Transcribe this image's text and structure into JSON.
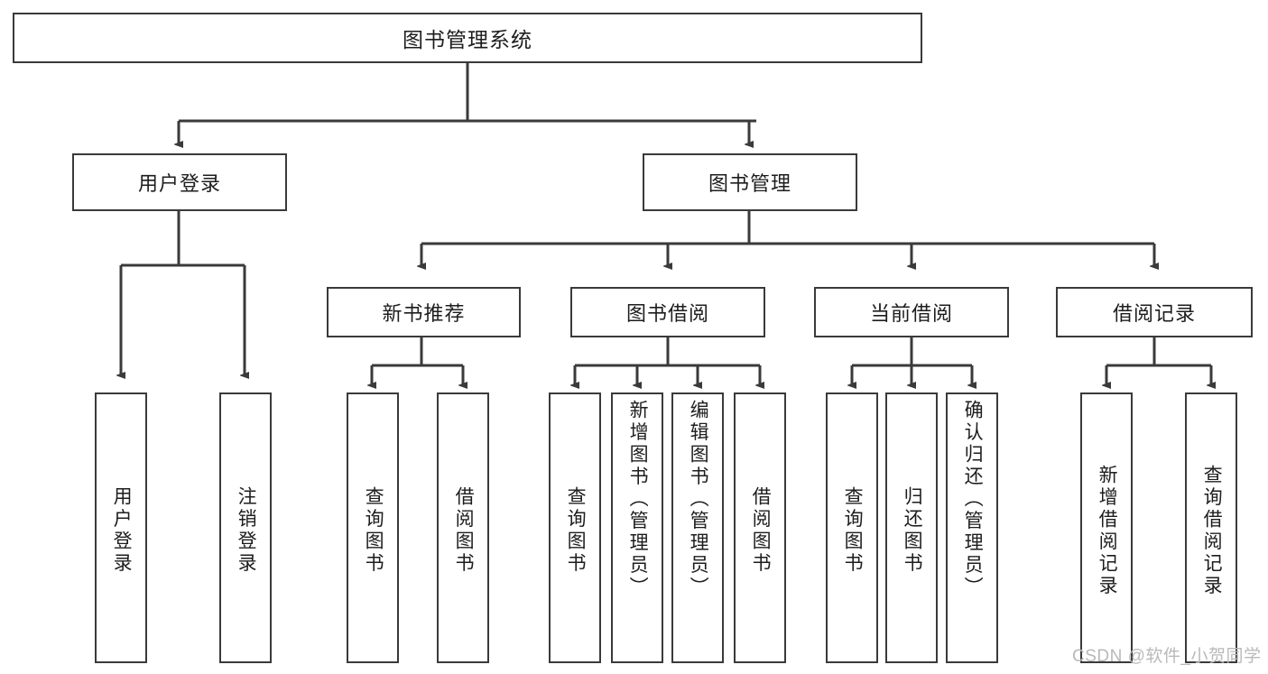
{
  "diagram": {
    "title": "图书管理系统",
    "type": "hierarchy-tree",
    "root": {
      "label": "图书管理系统"
    },
    "level2": [
      {
        "label": "用户登录"
      },
      {
        "label": "图书管理"
      }
    ],
    "level3": [
      {
        "label": "新书推荐",
        "parent": "图书管理"
      },
      {
        "label": "图书借阅",
        "parent": "图书管理"
      },
      {
        "label": "当前借阅",
        "parent": "图书管理"
      },
      {
        "label": "借阅记录",
        "parent": "图书管理"
      }
    ],
    "leaves": {
      "user_login": [
        {
          "label": "用户登录"
        },
        {
          "label": "注销登录"
        }
      ],
      "new_book_recommend": [
        {
          "label": "查询图书"
        },
        {
          "label": "借阅图书"
        }
      ],
      "book_borrow": [
        {
          "label": "查询图书"
        },
        {
          "label": "新增图书（管理员）"
        },
        {
          "label": "编辑图书（管理员）"
        },
        {
          "label": "借阅图书"
        }
      ],
      "current_borrow": [
        {
          "label": "查询图书"
        },
        {
          "label": "归还图书"
        },
        {
          "label": "确认归还（管理员）"
        }
      ],
      "borrow_record": [
        {
          "label": "新增借阅记录"
        },
        {
          "label": "查询借阅记录"
        }
      ]
    }
  },
  "watermark": {
    "text": "CSDN @软件_小贺同学"
  },
  "colors": {
    "border": "#3a3a3a",
    "text": "#1d1d1d",
    "background": "#ffffff",
    "watermark": "#b9b9b9"
  }
}
